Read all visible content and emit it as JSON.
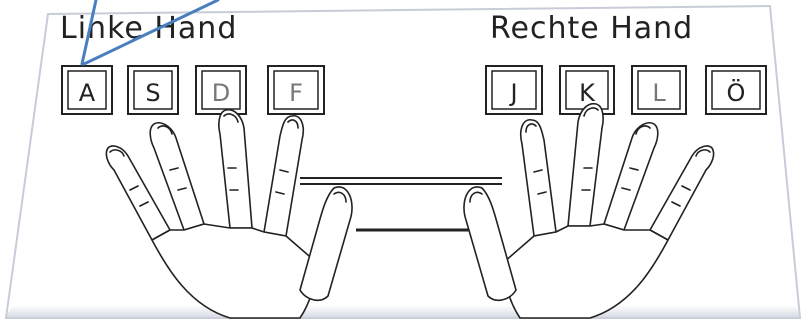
{
  "titles": {
    "left_hand": "Linke Hand",
    "right_hand": "Rechte Hand"
  },
  "keys": {
    "left": [
      "A",
      "S",
      "D",
      "F"
    ],
    "right": [
      "J",
      "K",
      "L",
      "Ö"
    ]
  },
  "colors": {
    "pointer_arrow": "#4a7fbf",
    "line": "#222222",
    "card_shadow": "#b5bccb"
  },
  "icons": {
    "pointer": "arrow-lines-icon",
    "hands": "hands-on-keyboard-drawing"
  }
}
